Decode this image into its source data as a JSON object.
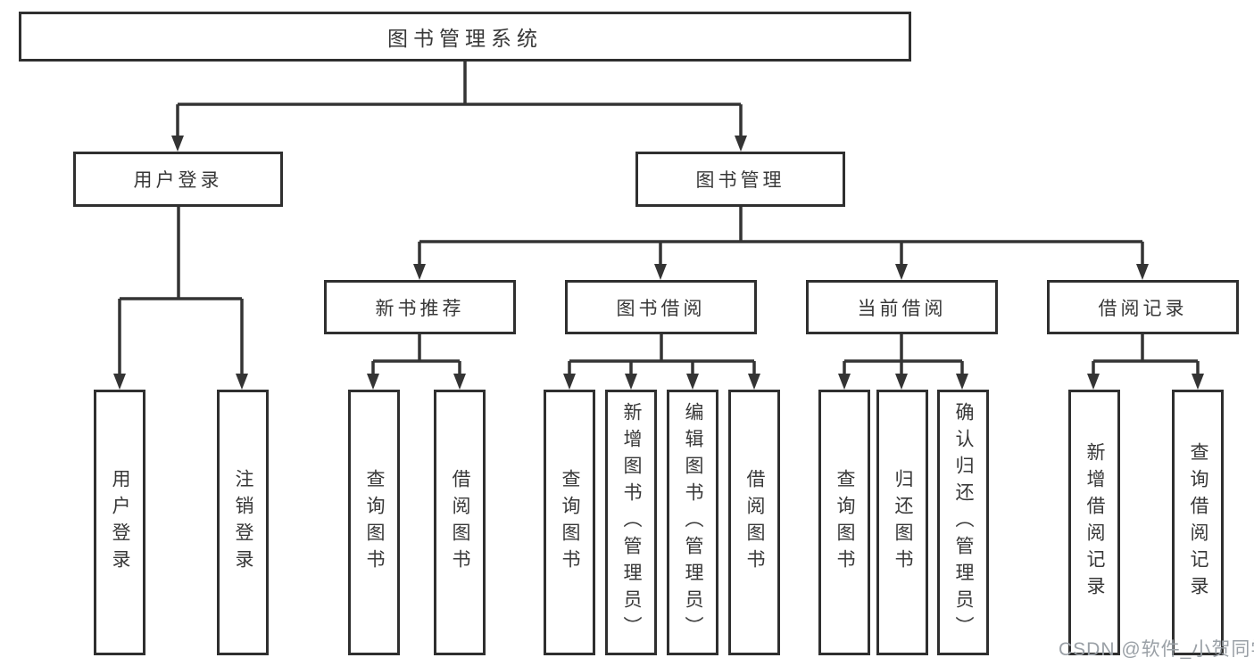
{
  "diagram": {
    "root": {
      "label": "图书管理系统"
    },
    "branches": [
      {
        "label": "用户登录",
        "children": [
          {
            "label": "用户登录"
          },
          {
            "label": "注销登录"
          }
        ]
      },
      {
        "label": "图书管理",
        "children": [
          {
            "label": "新书推荐",
            "children": [
              {
                "label": "查询图书"
              },
              {
                "label": "借阅图书"
              }
            ]
          },
          {
            "label": "图书借阅",
            "children": [
              {
                "label": "查询图书"
              },
              {
                "label": "新增图书（管理员）"
              },
              {
                "label": "编辑图书（管理员）"
              },
              {
                "label": "借阅图书"
              }
            ]
          },
          {
            "label": "当前借阅",
            "children": [
              {
                "label": "查询图书"
              },
              {
                "label": "归还图书"
              },
              {
                "label": "确认归还（管理员）"
              }
            ]
          },
          {
            "label": "借阅记录",
            "children": [
              {
                "label": "新增借阅记录"
              },
              {
                "label": "查询借阅记录"
              }
            ]
          }
        ]
      }
    ]
  },
  "watermark": {
    "text": "CSDN @软件_小贺同学"
  },
  "colors": {
    "line": "#343434",
    "box_border": "#2f2f2f",
    "text": "#383838",
    "background": "#ffffff",
    "watermark_text": "#9aa0a6"
  }
}
